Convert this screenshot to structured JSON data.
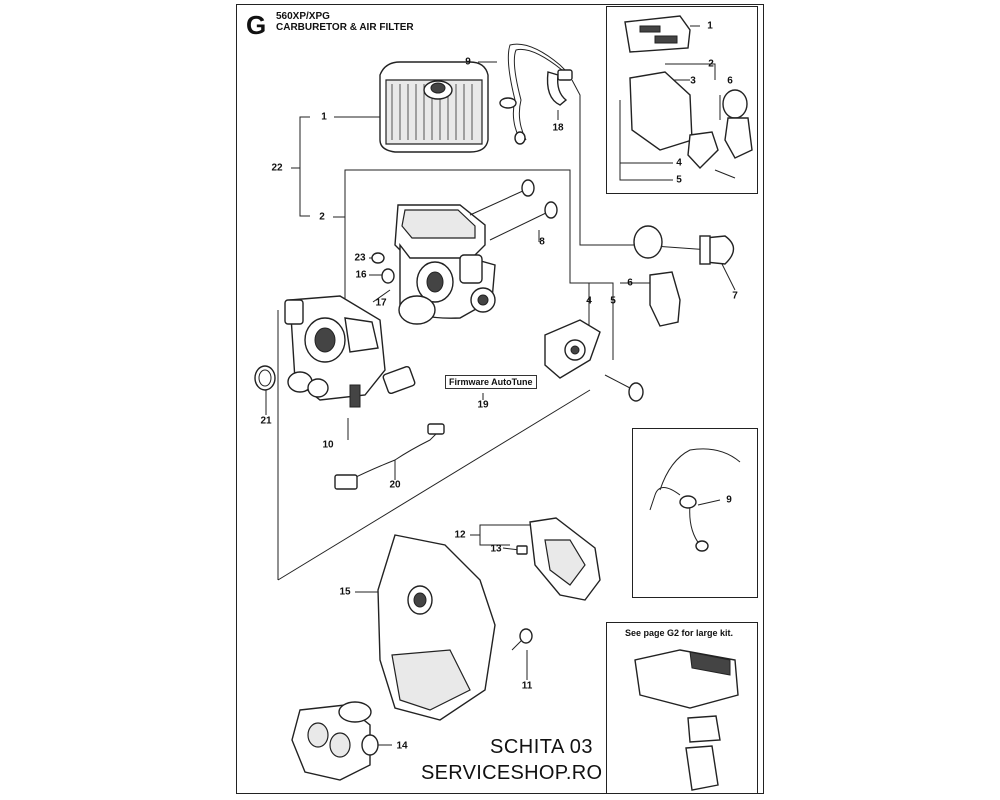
{
  "section_letter": "G",
  "model": "560XP/XPG",
  "subtitle": "CARBURETOR & AIR FILTER",
  "firmware_label": "Firmware AutoTune",
  "kit_note": "See page G2 for large kit.",
  "watermark_line1": "SCHITA 03",
  "watermark_line2": "SERVICESHOP.RO",
  "part_numbers": {
    "n1": "1",
    "n2": "2",
    "n4": "4",
    "n5": "5",
    "n6": "6",
    "n7": "7",
    "n8": "8",
    "n9": "9",
    "n10": "10",
    "n11": "11",
    "n12": "12",
    "n13": "13",
    "n14": "14",
    "n15": "15",
    "n16": "16",
    "n17": "17",
    "n18": "18",
    "n19": "19",
    "n20": "20",
    "n21": "21",
    "n22": "22",
    "n23": "23"
  },
  "inset_top_numbers": {
    "n1": "1",
    "n2": "2",
    "n3": "3",
    "n4": "4",
    "n5": "5",
    "n6": "6"
  },
  "inset_hose_number": "9"
}
